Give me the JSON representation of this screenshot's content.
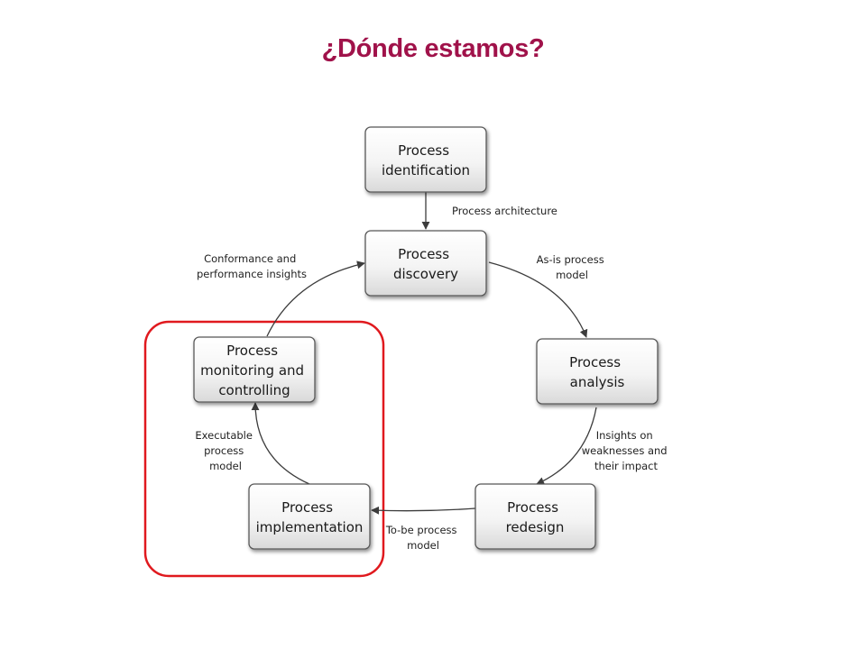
{
  "title": "¿Dónde estamos?",
  "colors": {
    "title": "#a0124a",
    "highlight": "#e0191e",
    "box_border": "#595959",
    "arrow": "#3c3c3c"
  },
  "nodes": {
    "identification": [
      "Process",
      "identification"
    ],
    "discovery": [
      "Process",
      "discovery"
    ],
    "analysis": [
      "Process",
      "analysis"
    ],
    "redesign": [
      "Process",
      "redesign"
    ],
    "implementation": [
      "Process",
      "implementation"
    ],
    "monitoring": [
      "Process",
      "monitoring and",
      "controlling"
    ]
  },
  "edges": {
    "identification_to_discovery": [
      "Process architecture"
    ],
    "discovery_to_analysis": [
      "As-is process",
      "model"
    ],
    "analysis_to_redesign": [
      "Insights on",
      "weaknesses and",
      "their impact"
    ],
    "redesign_to_implementation": [
      "To-be process",
      "model"
    ],
    "implementation_to_monitoring": [
      "Executable",
      "process",
      "model"
    ],
    "monitoring_to_discovery": [
      "Conformance and",
      "performance insights"
    ]
  }
}
